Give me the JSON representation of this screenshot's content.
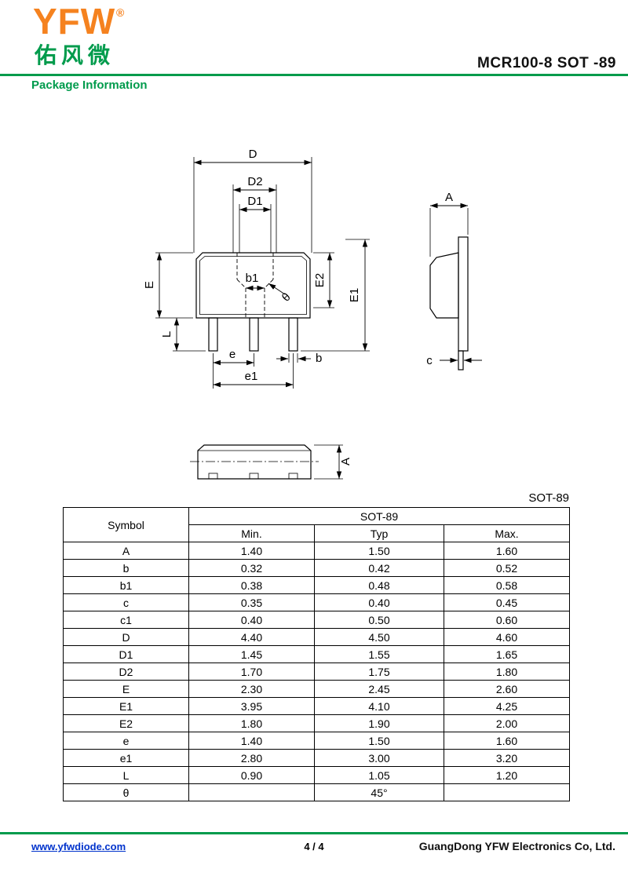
{
  "colors": {
    "accent_green": "#009B4C",
    "logo_orange": "#F5821F",
    "link_blue": "#0033CC"
  },
  "header": {
    "logo_text": "YFW",
    "registered_mark": "®",
    "logo_chinese": "佑风微",
    "part_number": "MCR100-8  SOT -89",
    "section_title": "Package Information"
  },
  "drawing": {
    "front": {
      "D": "D",
      "D2": "D2",
      "D1": "D1",
      "E": "E",
      "L": "L",
      "E2": "E2",
      "E1": "E1",
      "b1": "b1",
      "theta": "θ",
      "e": "e",
      "b": "b",
      "e1": "e1"
    },
    "side": {
      "A": "A",
      "c": "c"
    },
    "bottom": {
      "A": "A"
    }
  },
  "table": {
    "caption": "SOT-89",
    "symbol_header": "Symbol",
    "package_header": "SOT-89",
    "columns": [
      "Min.",
      "Typ",
      "Max."
    ],
    "rows": [
      [
        "A",
        "1.40",
        "1.50",
        "1.60"
      ],
      [
        "b",
        "0.32",
        "0.42",
        "0.52"
      ],
      [
        "b1",
        "0.38",
        "0.48",
        "0.58"
      ],
      [
        "c",
        "0.35",
        "0.40",
        "0.45"
      ],
      [
        "c1",
        "0.40",
        "0.50",
        "0.60"
      ],
      [
        "D",
        "4.40",
        "4.50",
        "4.60"
      ],
      [
        "D1",
        "1.45",
        "1.55",
        "1.65"
      ],
      [
        "D2",
        "1.70",
        "1.75",
        "1.80"
      ],
      [
        "E",
        "2.30",
        "2.45",
        "2.60"
      ],
      [
        "E1",
        "3.95",
        "4.10",
        "4.25"
      ],
      [
        "E2",
        "1.80",
        "1.90",
        "2.00"
      ],
      [
        "e",
        "1.40",
        "1.50",
        "1.60"
      ],
      [
        "e1",
        "2.80",
        "3.00",
        "3.20"
      ],
      [
        "L",
        "0.90",
        "1.05",
        "1.20"
      ],
      [
        "θ",
        "",
        "45°",
        ""
      ]
    ]
  },
  "footer": {
    "website": "www.yfwdiode.com",
    "page_number": "4 / 4",
    "company": "GuangDong YFW Electronics Co, Ltd."
  }
}
